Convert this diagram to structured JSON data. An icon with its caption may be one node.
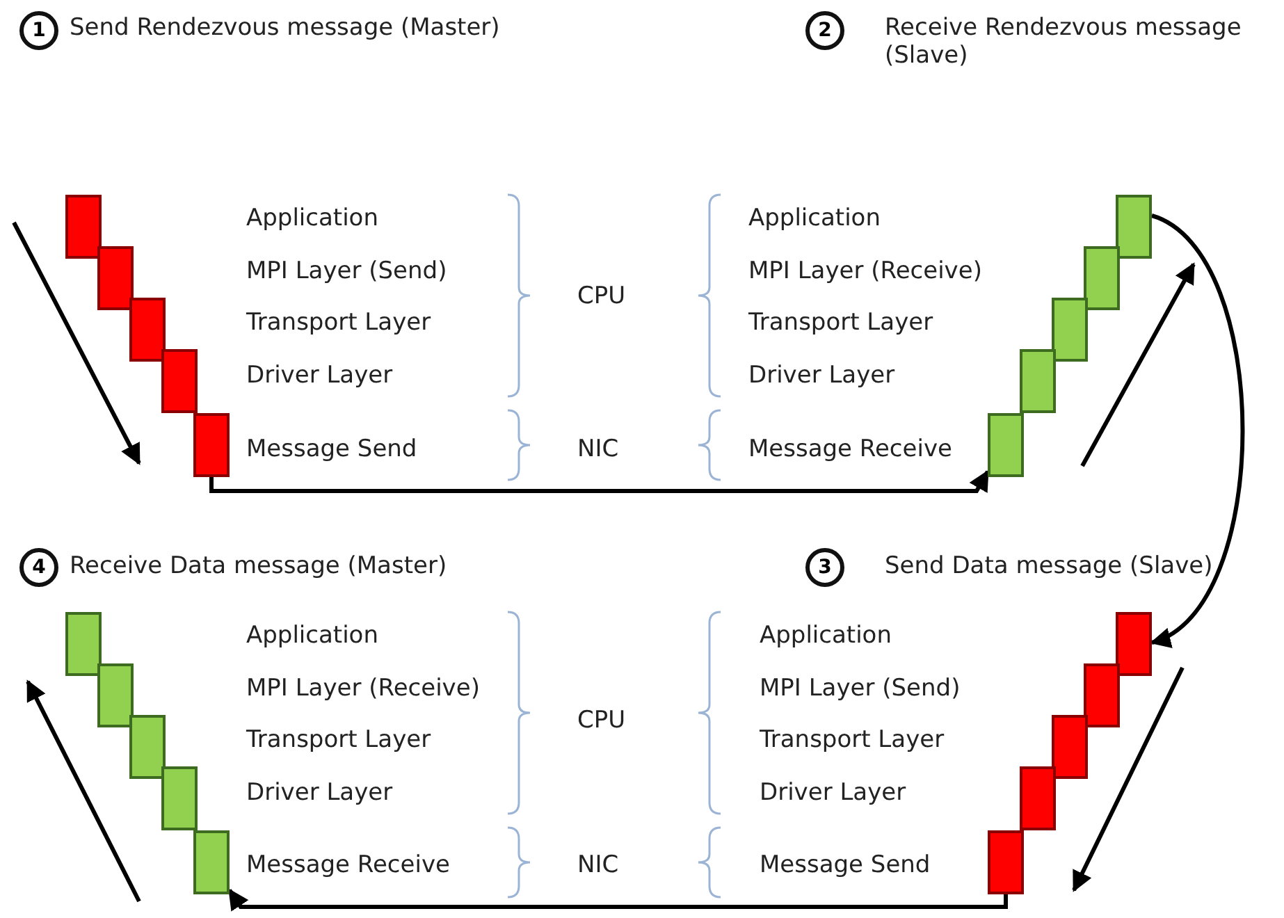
{
  "diagram": {
    "nodes": [
      {
        "text": [],
        "shape": "box"
      },
      {
        "text": [],
        "shape": "box"
      },
      {
        "text": [],
        "shape": "box"
      },
      {
        "text": [],
        "shape": "box"
      },
      {
        "text": [],
        "shape": "box"
      },
      {
        "text": [],
        "shape": "box"
      },
      {
        "text": [],
        "shape": "box"
      },
      {
        "text": [],
        "shape": "box"
      },
      {
        "text": [],
        "shape": "box"
      },
      {
        "text": [],
        "shape": "box"
      },
      {
        "text": [],
        "shape": "box"
      },
      {
        "text": [],
        "shape": "box"
      },
      {
        "text": [],
        "shape": "box"
      },
      {
        "text": [],
        "shape": "box"
      },
      {
        "text": [],
        "shape": "box"
      },
      {
        "text": [],
        "shape": "box"
      },
      {
        "text": [],
        "shape": "box"
      },
      {
        "text": [],
        "shape": "box"
      },
      {
        "text": [],
        "shape": "box"
      },
      {
        "text": [],
        "shape": "box"
      }
    ],
    "edges": [
      {
        "from": 4,
        "to": 9,
        "arrow": "to"
      },
      {
        "from": 5,
        "to": 15,
        "arrow": "to"
      },
      {
        "from": 19,
        "to": 14,
        "arrow": "to"
      }
    ],
    "labels": [
      "1",
      "Send Rendezvous message (Master)",
      "2",
      "Receive Rendezvous message (Slave)",
      "Application",
      "MPI Layer (Send)",
      "Transport Layer",
      "Driver Layer",
      "Message Send",
      "CPU",
      "NIC",
      "Application",
      "MPI Layer (Receive)",
      "Transport Layer",
      "Driver Layer",
      "Message Receive",
      "4",
      "Receive Data message (Master)",
      "3",
      "Send Data message (Slave)",
      "Application",
      "MPI Layer (Receive)",
      "Transport Layer",
      "Driver Layer",
      "Message Receive",
      "CPU",
      "NIC",
      "Application",
      "MPI Layer (Send)",
      "Transport Layer",
      "Driver Layer",
      "Message Send"
    ]
  }
}
